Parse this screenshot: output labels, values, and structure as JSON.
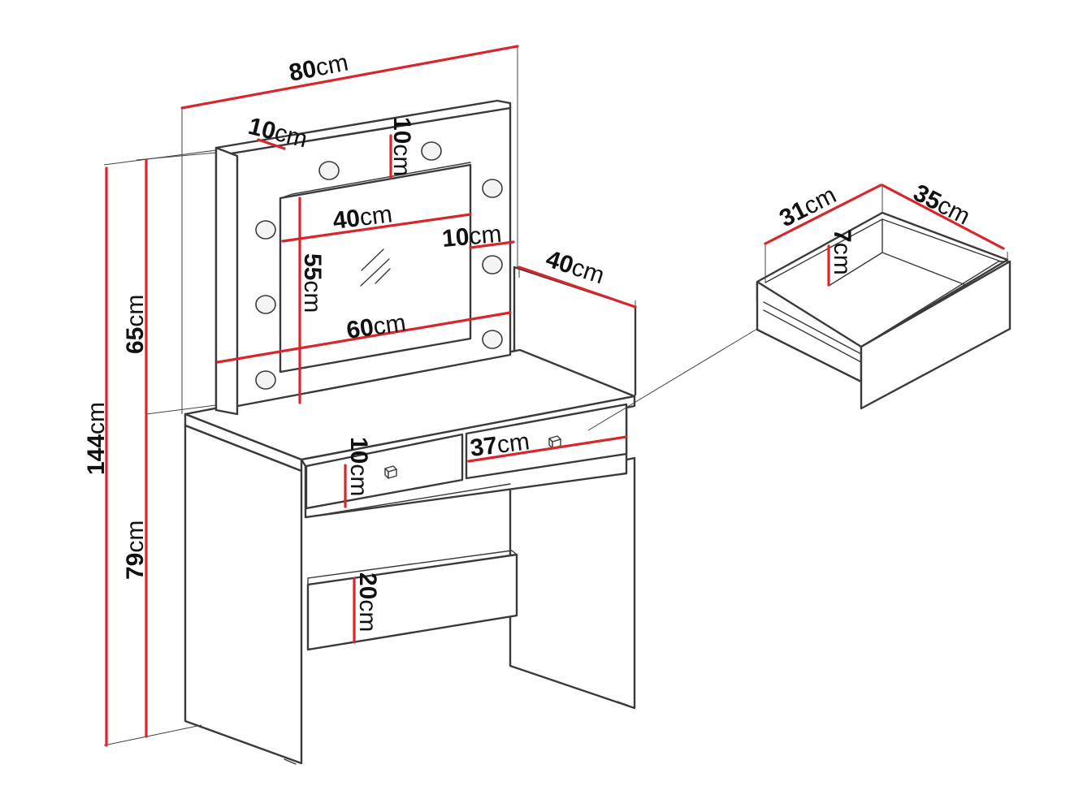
{
  "colors": {
    "dimension_line": "#d8262c",
    "outline": "#3a3a3a",
    "background": "#ffffff"
  },
  "diagram": {
    "unit": "cm",
    "dimensions": {
      "total_width": {
        "value": "80",
        "unit": "cm"
      },
      "total_height": {
        "value": "144",
        "unit": "cm"
      },
      "mirror_height": {
        "value": "65",
        "unit": "cm"
      },
      "desk_height": {
        "value": "79",
        "unit": "cm"
      },
      "frame_side": {
        "value": "10",
        "unit": "cm"
      },
      "frame_top": {
        "value": "10",
        "unit": "cm"
      },
      "mirror_glass_width": {
        "value": "40",
        "unit": "cm"
      },
      "frame_right": {
        "value": "10",
        "unit": "cm"
      },
      "mirror_glass_height": {
        "value": "55",
        "unit": "cm"
      },
      "mirror_panel_width": {
        "value": "60",
        "unit": "cm"
      },
      "depth": {
        "value": "40",
        "unit": "cm"
      },
      "top_drawer_height": {
        "value": "10",
        "unit": "cm"
      },
      "top_drawer_width": {
        "value": "37",
        "unit": "cm"
      },
      "bottom_drawer_height": {
        "value": "20",
        "unit": "cm"
      },
      "detail_drawer_width": {
        "value": "31",
        "unit": "cm"
      },
      "detail_drawer_depth": {
        "value": "35",
        "unit": "cm"
      },
      "detail_drawer_height": {
        "value": "7",
        "unit": "cm"
      }
    }
  }
}
